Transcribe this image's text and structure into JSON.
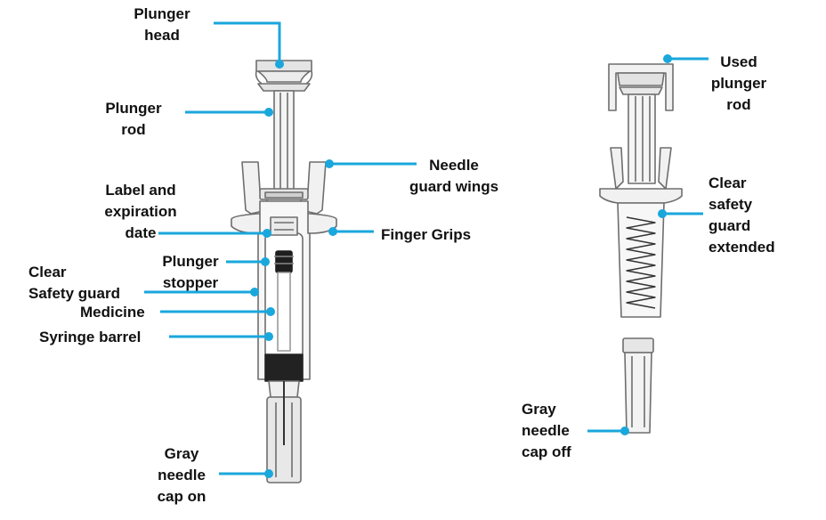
{
  "colors": {
    "leader": "#1aa7dc",
    "outline": "#6e6e6e",
    "light_fill": "#f1f1f1",
    "mid_fill": "#d8d8d8",
    "dark_fill": "#222222"
  },
  "labels": {
    "plunger_head": [
      "Plunger",
      "head"
    ],
    "plunger_rod": [
      "Plunger",
      "rod"
    ],
    "label_expiration": [
      "Label and",
      "expiration",
      "date"
    ],
    "clear_safety_guard": [
      "Clear",
      "Safety guard"
    ],
    "plunger_stopper": [
      "Plunger",
      "stopper"
    ],
    "medicine": "Medicine",
    "syringe_barrel": "Syringe barrel",
    "gray_cap_on": [
      "Gray",
      "needle",
      "cap on"
    ],
    "needle_guard_wings": [
      "Needle",
      "guard wings"
    ],
    "finger_grips": "Finger Grips",
    "used_plunger_rod": [
      "Used",
      "plunger",
      "rod"
    ],
    "safety_guard_extended": [
      "Clear",
      "safety",
      "guard",
      "extended"
    ],
    "gray_cap_off": [
      "Gray",
      "needle",
      "cap off"
    ]
  }
}
